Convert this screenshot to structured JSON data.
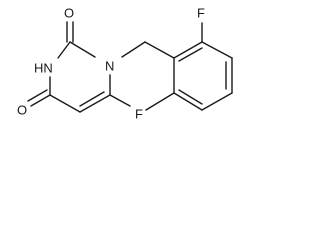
{
  "structure": {
    "atoms": {
      "o_top": "O",
      "nh": "HN",
      "n1": "N",
      "o_bottom": "O",
      "f_top": "F",
      "f_bottom": "F"
    }
  }
}
